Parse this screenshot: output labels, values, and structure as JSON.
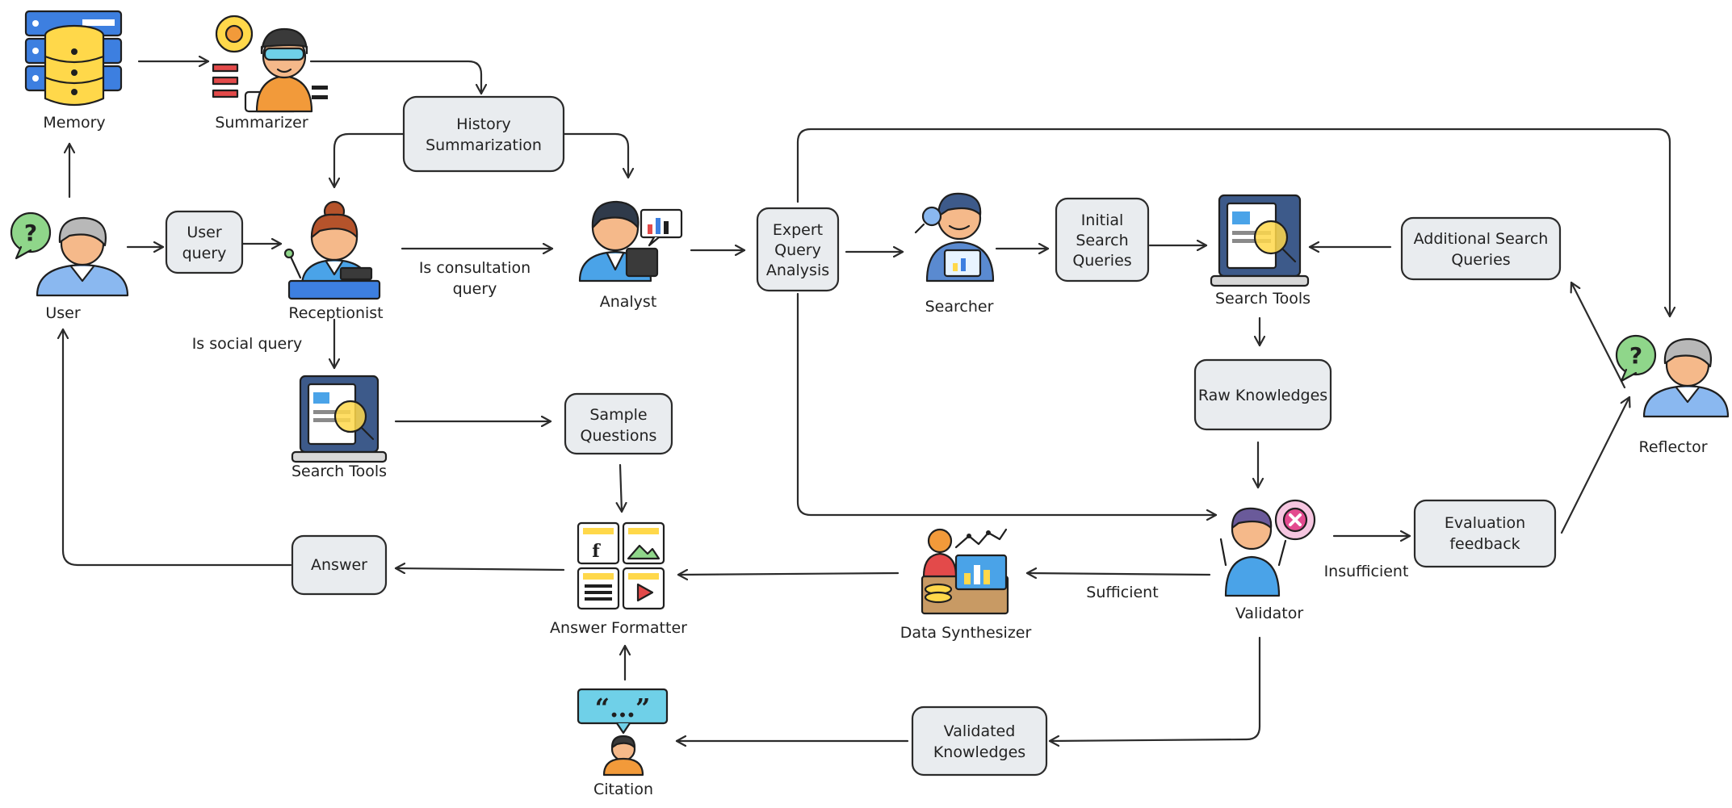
{
  "nodes": {
    "memory": "Memory",
    "summarizer": "Summarizer",
    "history_summarization": [
      "History",
      "Summarization"
    ],
    "user": "User",
    "user_query": [
      "User",
      "query"
    ],
    "receptionist": "Receptionist",
    "analyst": "Analyst",
    "expert_query_analysis": [
      "Expert",
      "Query",
      "Analysis"
    ],
    "searcher": "Searcher",
    "initial_search_queries": [
      "Initial",
      "Search",
      "Queries"
    ],
    "search_tools_top": "Search Tools",
    "additional_search_queries": [
      "Additional Search",
      "Queries"
    ],
    "raw_knowledges": "Raw Knowledges",
    "reflector": "Reflector",
    "search_tools_left": "Search Tools",
    "sample_questions": [
      "Sample",
      "Questions"
    ],
    "answer": "Answer",
    "answer_formatter": "Answer Formatter",
    "data_synthesizer": "Data Synthesizer",
    "validator": "Validator",
    "evaluation_feedback": [
      "Evaluation",
      "feedback"
    ],
    "validated_knowledges": [
      "Validated",
      "Knowledges"
    ],
    "citation": "Citation"
  },
  "edge_labels": {
    "consultation": [
      "Is consultation",
      "query"
    ],
    "social": "Is social query",
    "sufficient": "Sufficient",
    "insufficient": "Insufficient"
  },
  "icons": {
    "memory": "database-server-icon",
    "summarizer": "engineer-with-gear-icon",
    "user": "user-question-icon",
    "receptionist": "receptionist-icon",
    "analyst": "analyst-icon",
    "searcher": "searcher-icon",
    "search_tools": "laptop-search-icon",
    "reflector": "user-question-icon",
    "answer_formatter": "content-grid-icon",
    "data_synthesizer": "data-synthesizer-icon",
    "validator": "validator-reject-icon",
    "citation": "quote-speaker-icon"
  },
  "colors": {
    "box_fill": "#e9ecef",
    "stroke": "#2b2b2b",
    "skin": "#f5b98a",
    "blue": "#4aa3e8",
    "yellow": "#ffd84a",
    "green_bubble": "#8fd68a",
    "pink": "#e34a8f"
  }
}
